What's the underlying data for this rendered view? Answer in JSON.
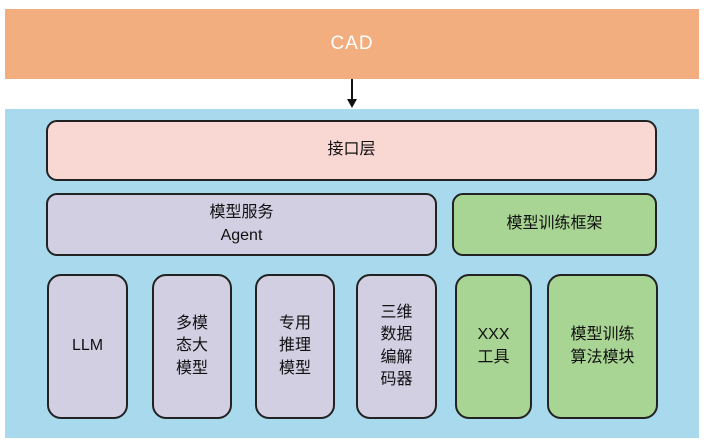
{
  "colors": {
    "banner_bg": "#F2AE7E",
    "panel_bg": "#A9D9EC",
    "pink": "#F9D8D4",
    "lavender": "#D2CFE2",
    "green": "#A8D494",
    "border": "#222222",
    "banner_text": "#FFFFFF",
    "box_text": "#111111"
  },
  "banner": {
    "label": "CAD"
  },
  "boxes": {
    "interface": {
      "label": "接口层"
    },
    "model_service_agent": {
      "label": "模型服务\nAgent"
    },
    "training_framework": {
      "label": "模型训练框架"
    },
    "llm": {
      "label": "LLM"
    },
    "multimodal": {
      "label": "多模\n态大\n模型"
    },
    "reasoning": {
      "label": "专用\n推理\n模型"
    },
    "codec": {
      "label": "三维\n数据\n编解\n码器"
    },
    "xxx_tools": {
      "label": "XXX\n工具"
    },
    "training_algo": {
      "label": "模型训练\n算法模块"
    }
  }
}
